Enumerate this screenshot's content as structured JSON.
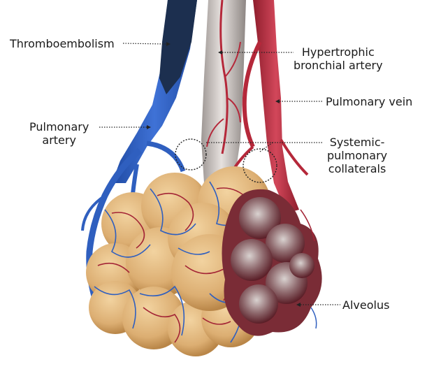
{
  "labels": {
    "thromboembolism": "Thromboembolism",
    "hypertrophic_bronchial_artery": [
      "Hypertrophic",
      "bronchial artery"
    ],
    "pulmonary_vein": "Pulmonary vein",
    "pulmonary_artery": [
      "Pulmonary",
      "artery"
    ],
    "systemic_pulmonary_collaterals": [
      "Systemic-",
      "pulmonary",
      "collaterals"
    ],
    "alveolus": "Alveolus"
  },
  "colors": {
    "pulmonary_artery": "#2f5fbf",
    "thrombus": "#1c2f4f",
    "pulmonary_vein": "#b5283a",
    "bronchus": "#c9c3bf",
    "alveolus_fill": "#e2b67a",
    "alveolus_cut": "#7a2c36",
    "leader_line": "#222222"
  }
}
